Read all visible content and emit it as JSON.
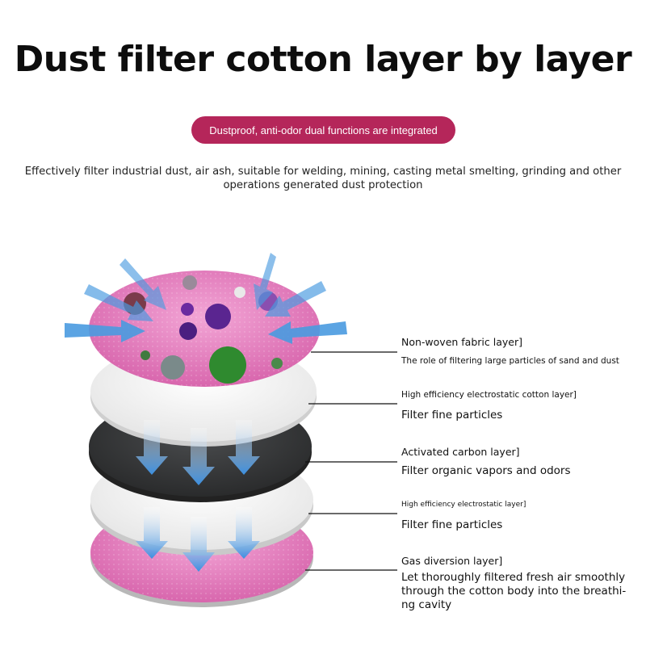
{
  "title": "Dust filter cotton layer by layer",
  "badge": "Dustproof, anti-odor dual functions are integrated",
  "description": "Effectively filter industrial dust, air ash, suitable for welding, mining, casting metal smelting, grinding and other operations generated dust protection",
  "layers": [
    {
      "name": "Non-woven fabric layer]",
      "detail": "The role of filtering large particles of sand and dust",
      "color": "#e07ab8"
    },
    {
      "name": "High efficiency electrostatic cotton layer]",
      "detail": "Filter fine particles",
      "color": "#f4f4f4"
    },
    {
      "name": "Activated carbon layer]",
      "detail": "Filter organic vapors and odors",
      "color": "#3b3d3f"
    },
    {
      "name": "High efficiency electrostatic layer]",
      "detail": "Filter fine particles",
      "color": "#f4f4f4"
    },
    {
      "name": "Gas diversion layer]",
      "detail": "Let thoroughly filtered fresh air smoothly through the cotton body into the breathi- ng cavity",
      "color": "#e07ab8"
    }
  ],
  "colors": {
    "badge": "#b5265a",
    "arrow": "#4a9be0",
    "pink": "#e07ab8",
    "carbon": "#3b3d3f"
  }
}
